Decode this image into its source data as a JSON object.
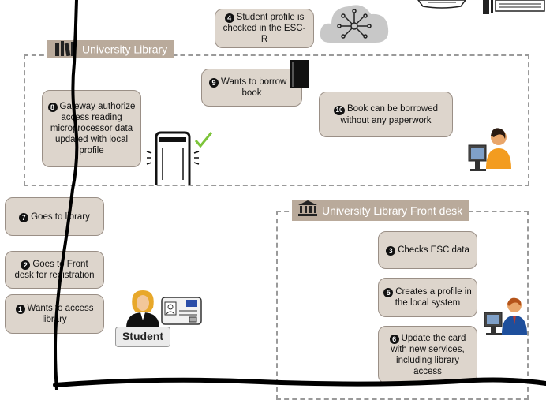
{
  "library_section": {
    "title": "University Library"
  },
  "front_desk_section": {
    "title": "University Library Front desk"
  },
  "steps": {
    "s1": {
      "num": "1",
      "text": "Wants to access library"
    },
    "s2": {
      "num": "2",
      "text": "Goes to Front desk for registration"
    },
    "s3": {
      "num": "3",
      "text": "Checks  ESC data"
    },
    "s4": {
      "num": "4",
      "text": "Student profile is checked in the ESC-R"
    },
    "s5": {
      "num": "5",
      "text": "Creates  a profile in the local system"
    },
    "s6": {
      "num": "6",
      "text": "Update the card with new services, including library access"
    },
    "s7": {
      "num": "7",
      "text": "Goes to library"
    },
    "s8": {
      "num": "8",
      "text": "Gateway authorize access reading microprocessor data updated with local profile"
    },
    "s9": {
      "num": "9",
      "text": "Wants to borrow a book"
    },
    "s10": {
      "num": "10",
      "text": "Book can be borrowed without any paperwork"
    }
  },
  "student": {
    "label": "Student"
  },
  "colors": {
    "box_fill": "#ddd5cc",
    "header_fill": "#b9aa9b",
    "check_green": "#7cc43a",
    "cloud": "#c8c8c8"
  }
}
